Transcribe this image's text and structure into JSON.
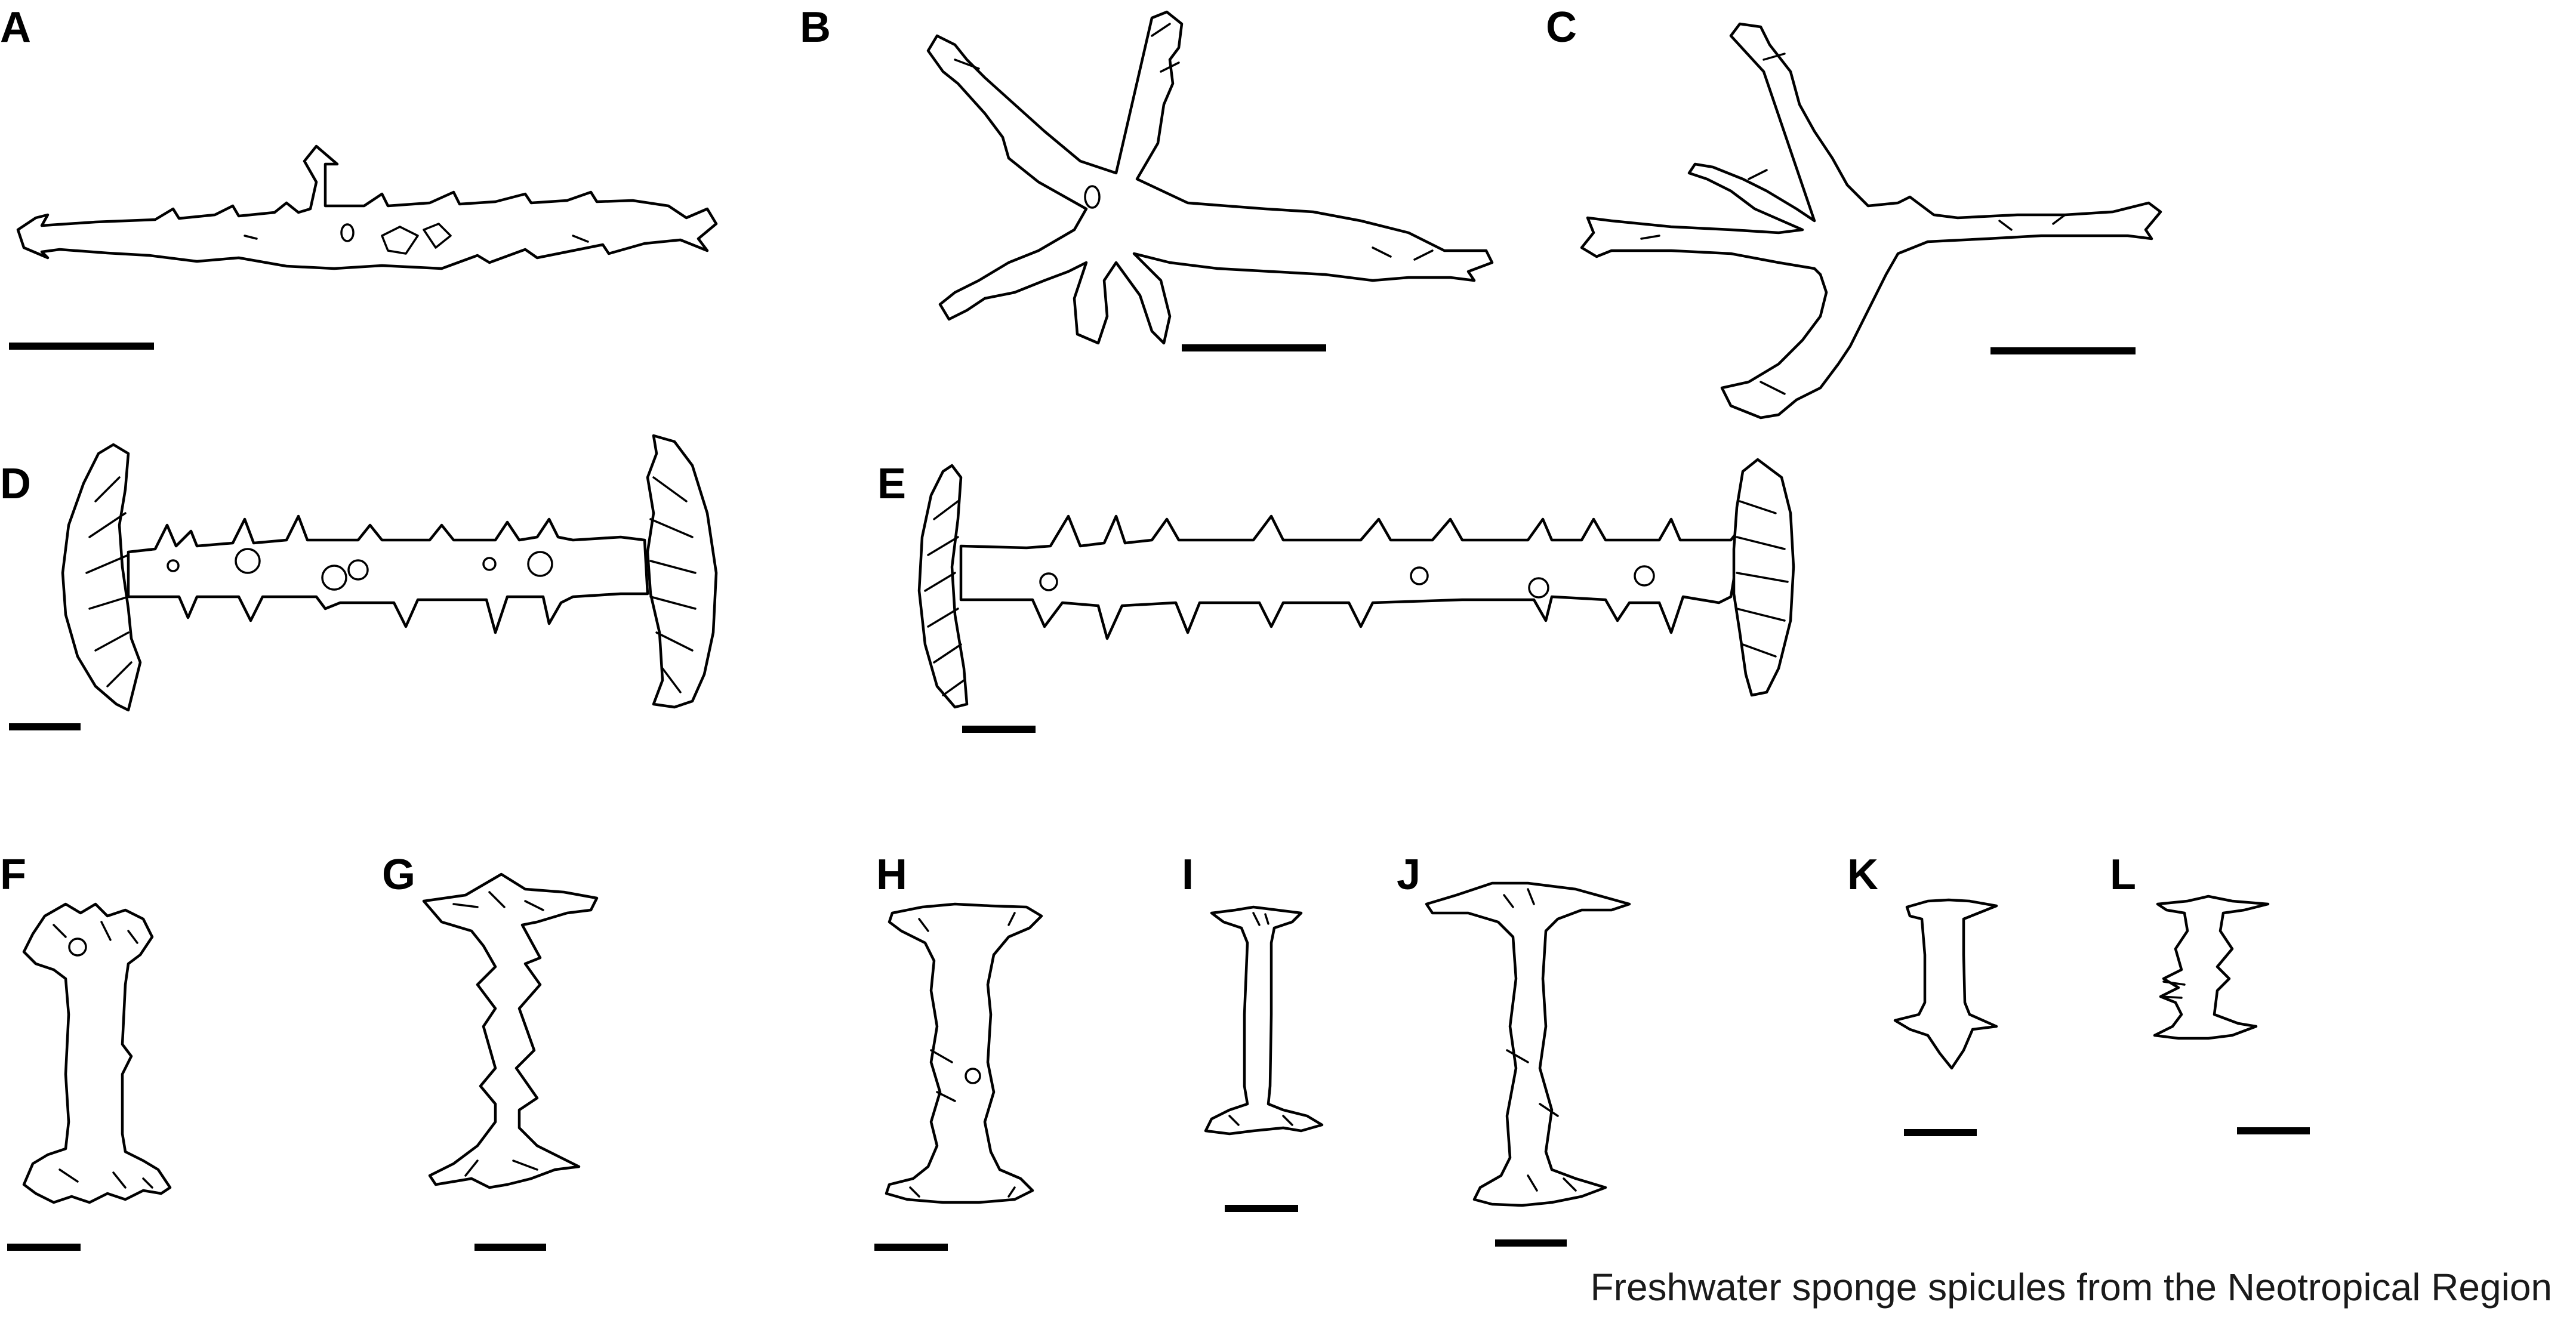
{
  "figure": {
    "panels": [
      {
        "key": "A",
        "letter": "A"
      },
      {
        "key": "B",
        "letter": "B"
      },
      {
        "key": "C",
        "letter": "C"
      },
      {
        "key": "D",
        "letter": "D"
      },
      {
        "key": "E",
        "letter": "E"
      },
      {
        "key": "F",
        "letter": "F"
      },
      {
        "key": "G",
        "letter": "G"
      },
      {
        "key": "H",
        "letter": "H"
      },
      {
        "key": "I",
        "letter": "I"
      },
      {
        "key": "J",
        "letter": "J"
      },
      {
        "key": "K",
        "letter": "K"
      },
      {
        "key": "L",
        "letter": "L"
      }
    ],
    "caption": "Freshwater sponge spicules from the Neotropical Region",
    "colors": {
      "line": "#000000",
      "background": "#ffffff"
    }
  }
}
